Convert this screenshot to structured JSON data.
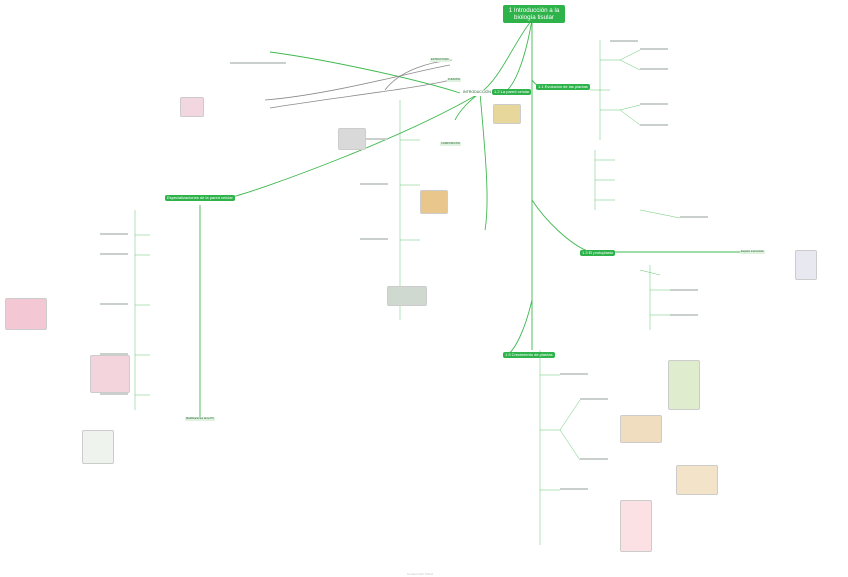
{
  "root": {
    "title": "1 Introducción a la biología tisular"
  },
  "branches": {
    "intro": "INTRODUCCIÓN",
    "pared": "1.2 La pared celular",
    "evolucion": "1.1 Evolución de las plantas",
    "protoplasto": "1.3 El protoplasto",
    "crecimiento": "1.5 Crecimiento de plantas",
    "especializaciones": "Especializaciones de la pared celular"
  },
  "subs": {
    "estructura": "ESTRUCTURA",
    "funcion": "FUNCIÓN",
    "composicion": "COMPOSICIÓN",
    "espacio": "Espacio intercelular",
    "modificaciones": "Modificaciones de la PC"
  },
  "footer": "Created with XMind",
  "colors": {
    "branch": "#2db34a",
    "line": "#3fb94f",
    "grey_line": "#8a8a8a"
  }
}
